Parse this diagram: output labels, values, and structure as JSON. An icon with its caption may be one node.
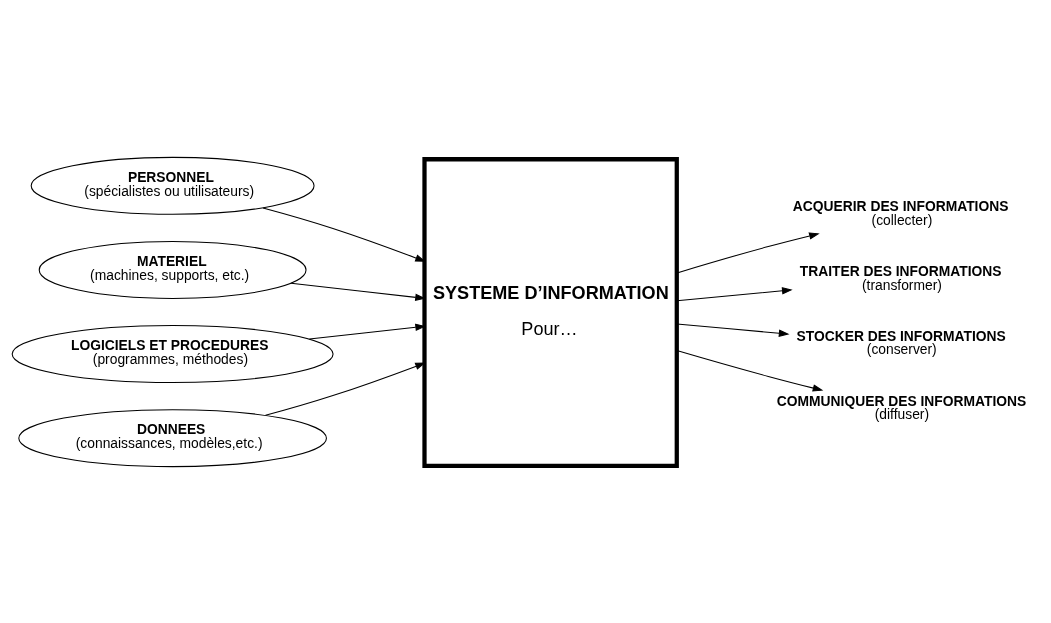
{
  "diagram": {
    "nodes": [
      {
        "text": [
          "PERSONNEL",
          "(spécialistes ou utilisateurs)"
        ]
      },
      {
        "text": [
          "MATERIEL",
          "(machines, supports, etc.)"
        ]
      },
      {
        "text": [
          "LOGICIELS ET PROCEDURES",
          "(programmes, méthodes)"
        ]
      },
      {
        "text": [
          "DONNEES",
          "(connaissances, modèles,etc.)"
        ]
      },
      {
        "text": [
          "SYSTEME D’INFORMATION",
          "Pour…"
        ]
      },
      {
        "text": [
          "ACQUERIR DES INFORMATIONS",
          "(collecter)"
        ]
      },
      {
        "text": [
          "TRAITER DES INFORMATIONS",
          "(transformer)"
        ]
      },
      {
        "text": [
          "STOCKER DES INFORMATIONS",
          "(conserver)"
        ]
      },
      {
        "text": [
          "COMMUNIQUER DES INFORMATIONS",
          "(diffuser)"
        ]
      }
    ],
    "edges": [
      {
        "from": 0,
        "to": 4,
        "arrow": "to"
      },
      {
        "from": 1,
        "to": 4,
        "arrow": "to"
      },
      {
        "from": 2,
        "to": 4,
        "arrow": "to"
      },
      {
        "from": 3,
        "to": 4,
        "arrow": "to"
      },
      {
        "from": 4,
        "to": 5,
        "arrow": "to"
      },
      {
        "from": 4,
        "to": 6,
        "arrow": "to"
      },
      {
        "from": 4,
        "to": 7,
        "arrow": "to"
      },
      {
        "from": 4,
        "to": 8,
        "arrow": "to"
      }
    ]
  }
}
